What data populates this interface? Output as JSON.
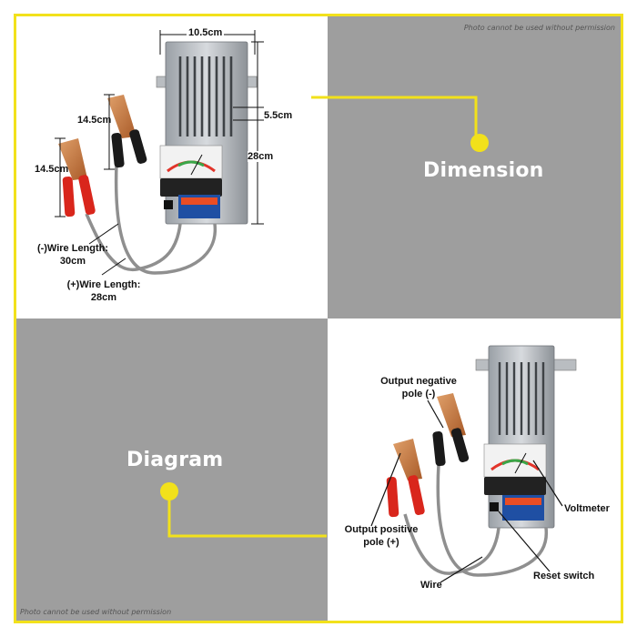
{
  "watermark_top": "Photo cannot be used without permission",
  "watermark_bottom": "Photo cannot be used without permission",
  "section_dimension": "Dimension",
  "section_diagram": "Diagram",
  "dimensions": {
    "width": "10.5cm",
    "depth": "5.5cm",
    "height": "28cm",
    "clamp_upper": "14.5cm",
    "clamp_lower": "14.5cm",
    "neg_wire_line1": "(-)Wire Length:",
    "neg_wire_line2": "30cm",
    "pos_wire_line1": "(+)Wire Length:",
    "pos_wire_line2": "28cm"
  },
  "parts": {
    "negative_line1": "Output negative",
    "negative_line2": "pole (-)",
    "positive_line1": "Output positive",
    "positive_line2": "pole (+)",
    "voltmeter": "Voltmeter",
    "wire": "Wire",
    "reset_switch": "Reset switch"
  },
  "colors": {
    "accent_yellow": "#f2e11b",
    "panel_gray": "#9e9e9e",
    "clamp_red": "#d9261c",
    "clamp_black": "#1a1a1a",
    "copper": "#c8753a"
  }
}
